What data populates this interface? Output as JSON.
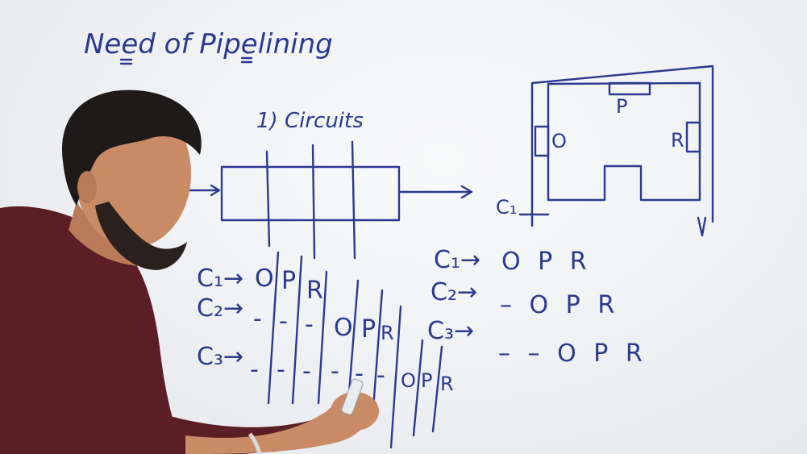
{
  "title": "Need of Pipelining",
  "section_heading": "1) Circuits",
  "left_table": {
    "rows": [
      {
        "label": "C₁→",
        "cells": [
          "O",
          "P",
          "R"
        ]
      },
      {
        "label": "C₂→",
        "cells": [
          "-",
          "-",
          "-",
          "O",
          "P",
          "R"
        ]
      },
      {
        "label": "C₃→",
        "cells": [
          "-",
          "-",
          "-",
          "-",
          "-",
          "-",
          "O",
          "P",
          "R"
        ]
      }
    ]
  },
  "circuit_diagram": {
    "labels": {
      "top": "P",
      "left": "O",
      "right": "R",
      "input": "C₁"
    }
  },
  "right_sequence": {
    "rows": [
      {
        "label": "C₁→",
        "value": "O  P  R"
      },
      {
        "label": "C₂→",
        "value": "–  O  P  R"
      },
      {
        "label": "C₃→",
        "value": "–  –  O  P  R"
      }
    ]
  },
  "colors": {
    "marker_ink": "#2b3a8f",
    "whiteboard": "#f4f5f7",
    "shirt": "#5a1e24",
    "skin": "#c98a66",
    "hair": "#1d1a19"
  }
}
